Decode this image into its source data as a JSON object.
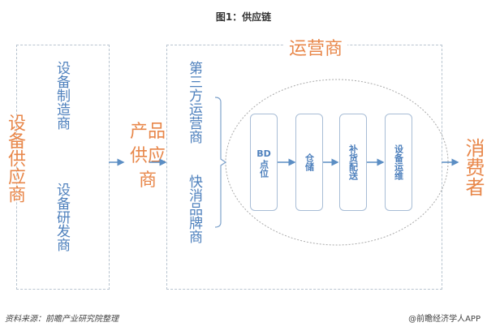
{
  "title": "图1：供应链",
  "equipment_supplier": {
    "label": "设备供应商",
    "items": [
      "设备制造商",
      "设备研发商"
    ]
  },
  "product_supplier": {
    "label": "产品供应商"
  },
  "operator": {
    "label": "运营商",
    "types": [
      "第三方运营商",
      "快消品牌商"
    ],
    "steps": [
      {
        "top": "BD",
        "bottom": "点位"
      },
      {
        "top": "",
        "bottom": "仓储"
      },
      {
        "top": "",
        "bottom": "补货配送"
      },
      {
        "top": "",
        "bottom": "设备运维"
      }
    ]
  },
  "consumer": {
    "label": "消费者"
  },
  "footer": {
    "source": "资料来源：前瞻产业研究院整理",
    "credit": "@前瞻经济学人APP"
  },
  "colors": {
    "blue": "#4f81bd",
    "orange": "#e8874a",
    "arrow": "#5b8ec4"
  }
}
